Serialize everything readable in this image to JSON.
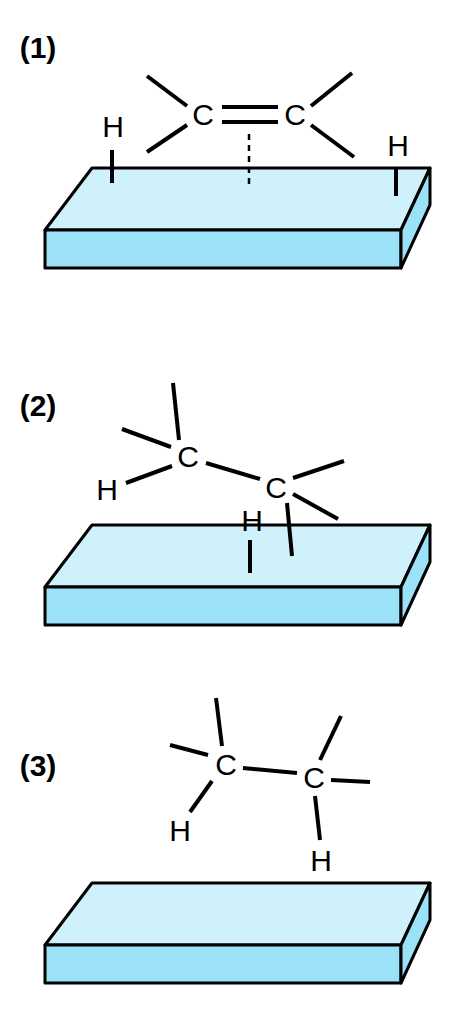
{
  "diagram": {
    "labels": [
      "(1)",
      "H",
      "C",
      "C",
      "H",
      "(2)",
      "C",
      "H",
      "C",
      "H",
      "(3)",
      "C",
      "C",
      "H",
      "H"
    ]
  }
}
